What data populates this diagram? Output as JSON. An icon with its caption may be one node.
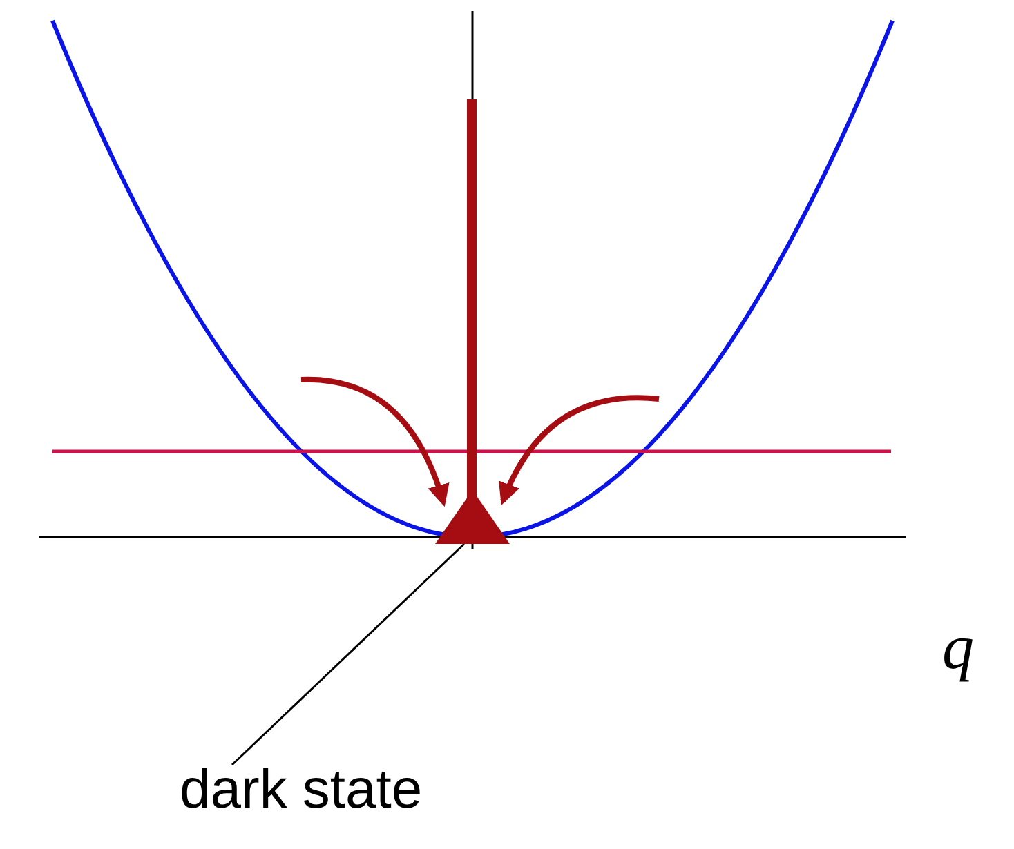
{
  "diagram": {
    "nodes": [
      {
        "text": [
          "dark state"
        ]
      },
      {
        "text": [],
        "shape": "triangle"
      }
    ],
    "edges": [
      {
        "from": 0,
        "to": 1,
        "arrow": "none",
        "color": "#000000"
      },
      {
        "from": null,
        "to": 1,
        "arrow": "to"
      },
      {
        "from": null,
        "to": 1,
        "arrow": "to"
      }
    ],
    "labels": [
      "q"
    ]
  }
}
